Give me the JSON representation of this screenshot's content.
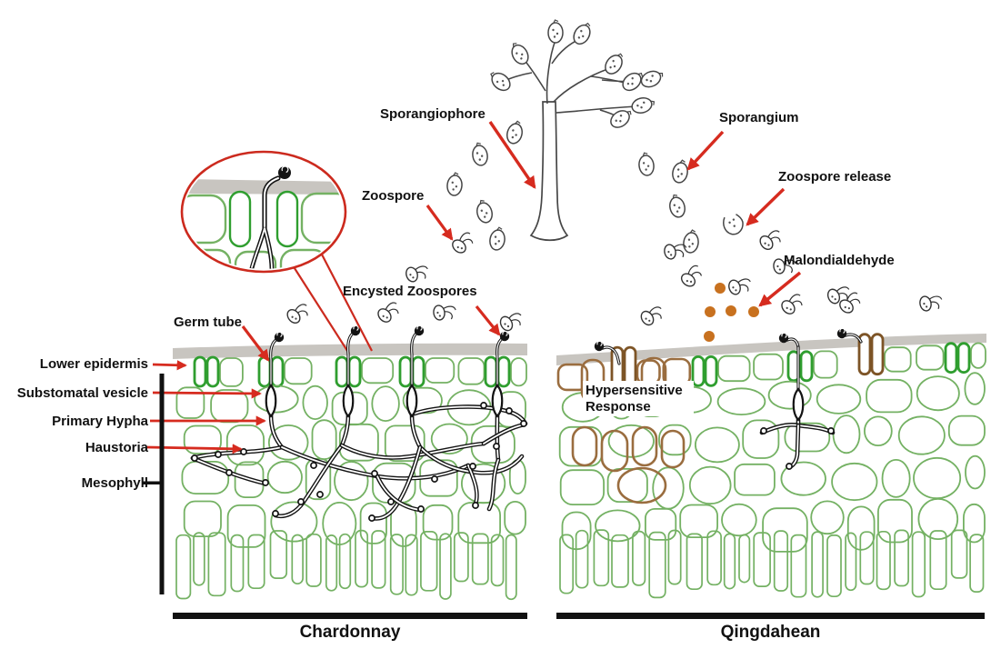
{
  "labels": {
    "sporangiophore": "Sporangiophore",
    "sporangium": "Sporangium",
    "zoospore": "Zoospore",
    "zoospore_release": "Zoospore release",
    "malondialdehyde": "Malondialdehyde",
    "encysted_zoospores": "Encysted Zoospores",
    "germ_tube": "Germ tube",
    "lower_epidermis": "Lower epidermis",
    "substomatal_vesicle": "Substomatal vesicle",
    "primary_hypha": "Primary Hypha",
    "haustoria": "Haustoria",
    "mesophyll": "Mesophyll",
    "hypersensitive_response": "Hypersensitive Response"
  },
  "panels": [
    {
      "name": "Chardonnay"
    },
    {
      "name": "Qingdahean"
    }
  ],
  "colors": {
    "arrow_red": "#d62b1f",
    "callout_red": "#cc2a1e",
    "cell_green": "#74b163",
    "stoma_green": "#2f9e2f",
    "necrotic_brown": "#9a6d3f",
    "necrotic_stoma_brown": "#7d5426",
    "malondialdehyde_orange": "#c8711f",
    "cuticle_gray": "#c8c5c0",
    "hypha_black": "#141414",
    "sporangiophore_gray": "#474747",
    "text_black": "#111111"
  },
  "icons": [
    "sporangiophore-icon",
    "sporangium-icon",
    "zoospore-icon",
    "encysted-zoospore-icon",
    "malondialdehyde-dot-icon",
    "magnifier-callout-circle"
  ]
}
